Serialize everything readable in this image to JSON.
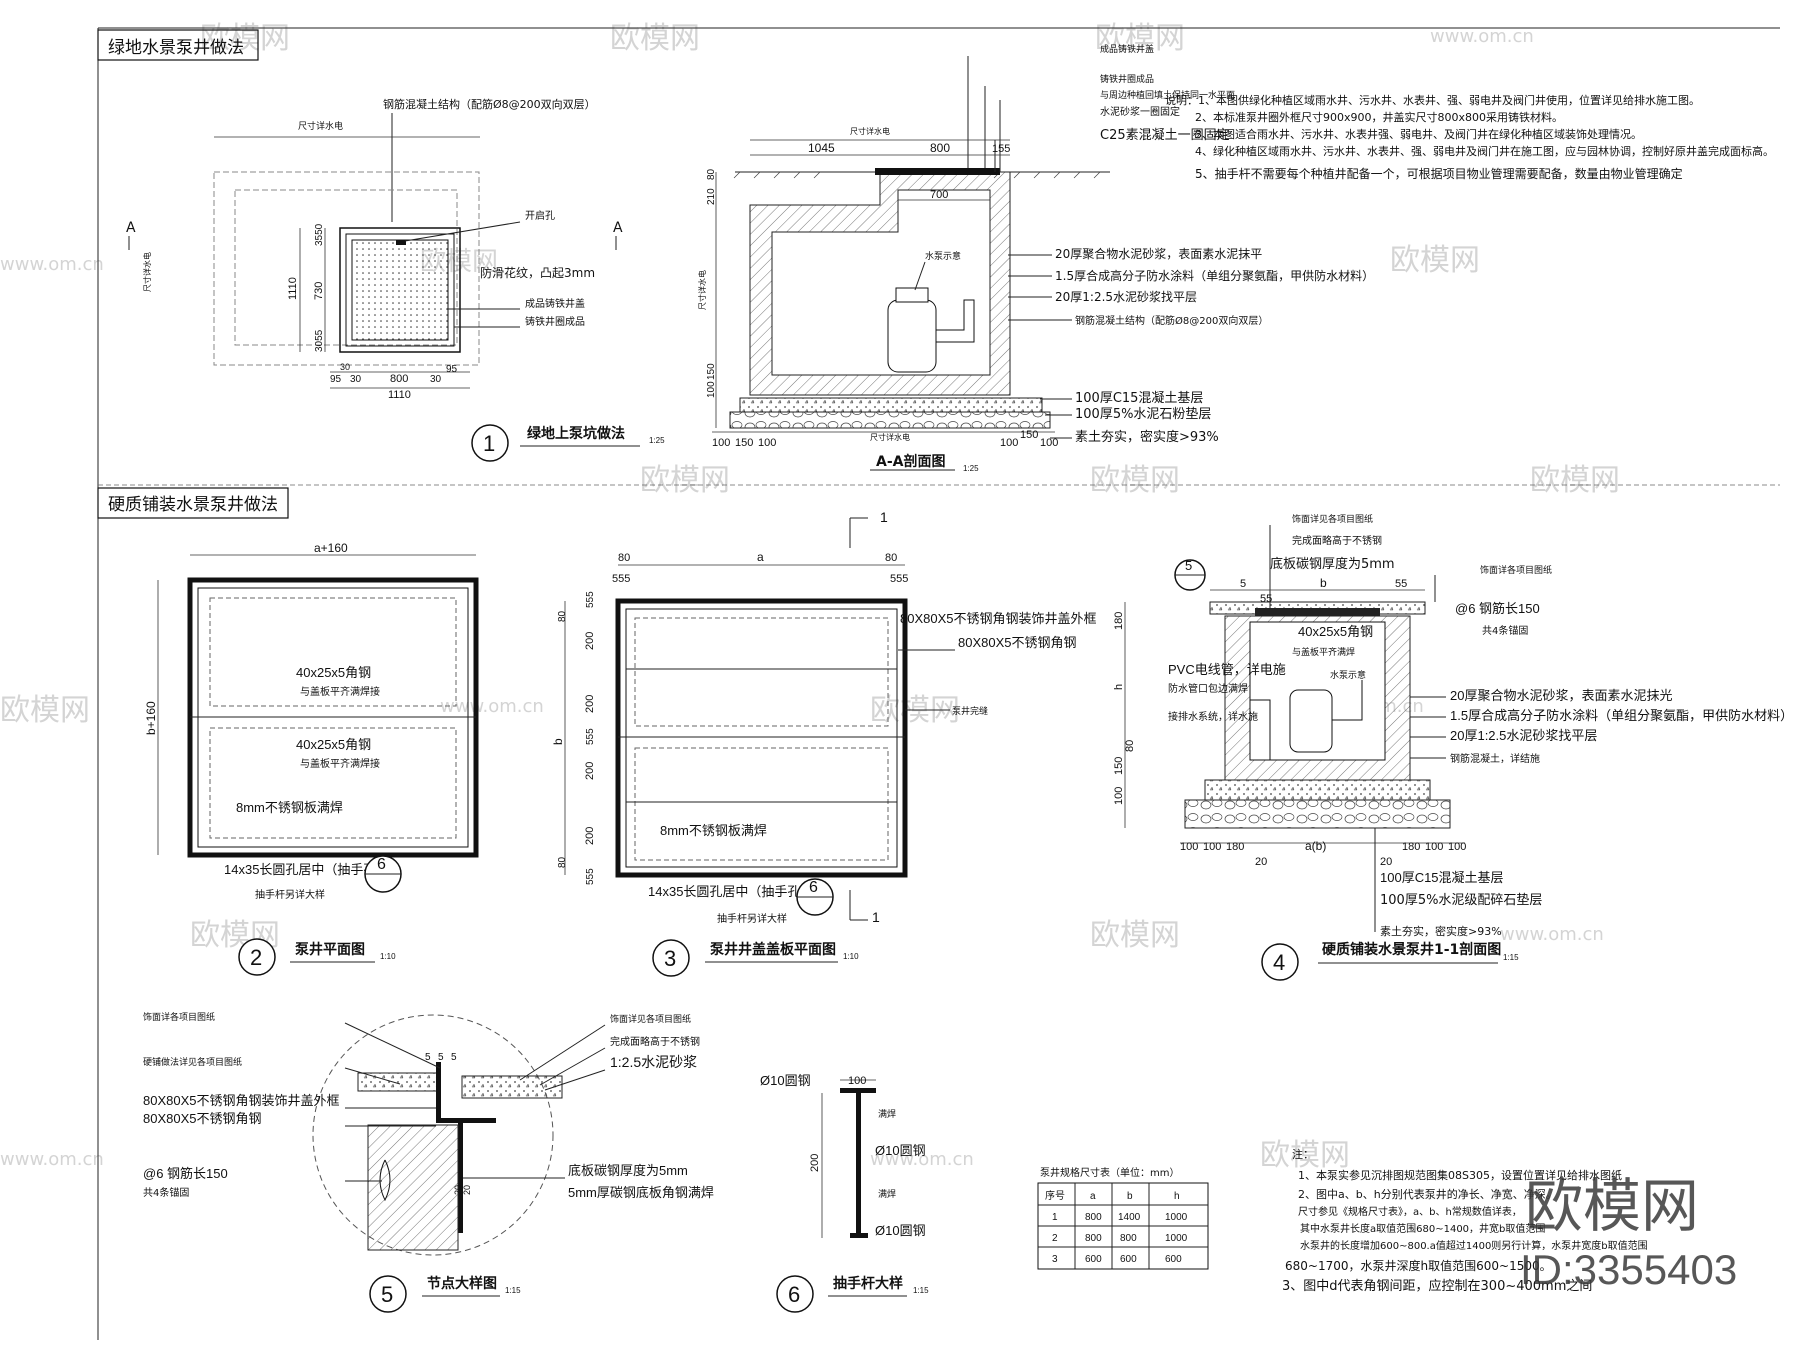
{
  "watermark": {
    "brand": "欧模网",
    "url": "www.om.cn",
    "id": "ID:3355403"
  },
  "sections": {
    "top": "绿地水景泵井做法",
    "bottom": "硬质铺装水景泵井做法"
  },
  "d1": {
    "num": "1",
    "title": "绿地上泵坑做法",
    "scale": "1:25",
    "top_note": "钢筋混凝土结构（配筋Ø8@200双向双层）",
    "dim_label": "尺寸详水电",
    "labels": [
      "开启孔",
      "防滑花纹，凸起3mm",
      "成品铸铁井盖",
      "铸铁井圈成品"
    ],
    "vdims": [
      "3550",
      "730",
      "1110",
      "3055"
    ],
    "hdims": [
      "30",
      "95",
      "30",
      "800",
      "30",
      "95",
      "1110"
    ],
    "sec_mark": "A"
  },
  "aa": {
    "title": "A-A剖面图",
    "scale": "1:25",
    "top_labels": [
      "成品铸铁井盖",
      "铸铁井圈成品",
      "与周边种植回填土保持同一水平面",
      "水泥砂浆一圈固定",
      "C25素混凝土一圈固定"
    ],
    "dims_top": [
      "尺寸详水电",
      "1045",
      "800",
      "155",
      "700"
    ],
    "vdims": [
      "210",
      "80",
      "100",
      "150",
      "尺寸详水电"
    ],
    "pump": "水泵示意",
    "layers": [
      "20厚聚合物水泥砂浆，表面素水泥抹平",
      "1.5厚合成高分子防水涂料（单组分聚氨酯，甲供防水材料）",
      "20厚1:2.5水泥砂浆找平层",
      "钢筋混凝土结构（配筋Ø8@200双向双层）"
    ],
    "base": [
      "100厚C15混凝土基层",
      "100厚5%水泥石粉垫层",
      "素土夯实，密实度>93%"
    ],
    "bottom_dims": [
      "100",
      "150",
      "100",
      "尺寸详水电",
      "100",
      "150",
      "100"
    ]
  },
  "notes": [
    "说明：1、本图供绿化种植区域雨水井、污水井、水表井、强、弱电井及阀门井使用，位置详见给排水施工图。",
    "2、本标准泵井圈外框尺寸900x900，井盖实尺寸800x800采用铸铁材料。",
    "3、本图适合雨水井、污水井、水表井强、弱电井、及阀门井在绿化种植区域装饰处理情况。",
    "4、绿化种植区域雨水井、污水井、水表井、强、弱电井及阀门井在施工图，应与园林协调，控制好原井盖完成面标高。",
    "5、抽手杆不需要每个种植井配备一个，可根据项目物业管理需要配备，数量由物业管理确定"
  ],
  "d2": {
    "num": "2",
    "title": "泵井平面图",
    "scale": "1:10",
    "top_dim": "a+160",
    "side_dim": "b+160",
    "labels": [
      "40x25x5角钢",
      "与盖板平齐满焊接",
      "40x25x5角钢",
      "与盖板平齐满焊接",
      "8mm不锈钢板满焊",
      "14x35长圆孔居中（抽手孔）",
      "抽手杆另详大样"
    ],
    "detail_ref": "6"
  },
  "d3": {
    "num": "3",
    "title": "泵井井盖盖板平面图",
    "scale": "1:10",
    "top_dims": [
      "80",
      "a",
      "80",
      "555",
      "555"
    ],
    "vdims": [
      "555",
      "80",
      "200",
      "200",
      "555",
      "200",
      "200",
      "80",
      "555"
    ],
    "side_dim": "b",
    "labels": [
      "80X80X5不锈钢角钢装饰井盖外框",
      "80X80X5不锈钢角钢",
      "泵井完缝",
      "8mm不锈钢板满焊",
      "14x35长圆孔居中（抽手孔）",
      "抽手杆另详大样"
    ],
    "sec_num": "1",
    "detail_ref": "6"
  },
  "d4": {
    "num": "4",
    "title": "硬质铺装水景泵井1-1剖面图",
    "scale": "1:15",
    "top_labels": [
      "饰面详见各项目图纸",
      "完成面略高于不锈钢",
      "底板碳钢厚度为5mm",
      "饰面详各项目图纸",
      "@6 钢筋长150",
      "共4条锚固"
    ],
    "dims_top": [
      "5",
      "55",
      "b",
      "55"
    ],
    "labels": [
      "40x25x5角钢",
      "与盖板平齐满焊",
      "PVC电线管，详电施",
      "防水管口包边满焊",
      "接排水系统，详水施",
      "水泵示意",
      "20厚聚合物水泥砂浆，表面素水泥抹光",
      "1.5厚合成高分子防水涂料（单组分聚氨酯，甲供防水材料）",
      "20厚1:2.5水泥砂浆找平层",
      "钢筋混凝土，详结施"
    ],
    "vdims": [
      "180",
      "h",
      "80",
      "150",
      "100"
    ],
    "bottom_dims": [
      "100",
      "100",
      "180",
      "20",
      "a(b)",
      "20",
      "180",
      "100",
      "100"
    ],
    "base": [
      "100厚C15混凝土基层",
      "100厚5%水泥级配碎石垫层",
      "素土夯实，密实度>93%"
    ],
    "detail_ref": "5"
  },
  "d5": {
    "num": "5",
    "title": "节点大样图",
    "scale": "1:15",
    "labels_left": [
      "饰面详各项目图纸",
      "硬铺做法详见各项目图纸",
      "80X80X5不锈钢角钢装饰井盖外框",
      "80X80X5不锈钢角钢",
      "@6 钢筋长150",
      "共4条锚固"
    ],
    "labels_right": [
      "饰面详见各项目图纸",
      "完成面略高于不锈钢",
      "1:2.5水泥砂浆",
      "底板碳钢厚度为5mm",
      "5mm厚碳钢底板角钢满焊"
    ],
    "dims": [
      "5",
      "5",
      "5",
      "20",
      "20"
    ]
  },
  "d6": {
    "num": "6",
    "title": "抽手杆大样",
    "scale": "1:15",
    "labels": [
      "Ø10圆钢",
      "100",
      "满焊",
      "Ø10圆钢",
      "200",
      "满焊",
      "Ø10圆钢"
    ]
  },
  "table": {
    "caption": "泵井规格尺寸表（单位：mm）",
    "headers": [
      "序号",
      "a",
      "b",
      "h"
    ],
    "rows": [
      [
        "1",
        "800",
        "1400",
        "1000"
      ],
      [
        "2",
        "800",
        "800",
        "1000"
      ],
      [
        "3",
        "600",
        "600",
        "600"
      ]
    ]
  },
  "notes2": [
    "注：",
    "1、本泵实参见沉排图规范图集08S305，设置位置详见给排水图纸",
    "2、图中a、b、h分别代表泵井的净长、净宽、净深。",
    "尺寸参见《规格尺寸表》，a、b、h常规数值详表，",
    "其中水泵井长度a取值范围680~1400，井宽b取值范围",
    "水泵井的长度增加600~800.a值超过1400则另行计算，水泵井宽度b取值范围",
    "680~1700，水泵井深度h取值范围600~1500。",
    "3、图中d代表角钢间距，应控制在300~400mm之间"
  ]
}
